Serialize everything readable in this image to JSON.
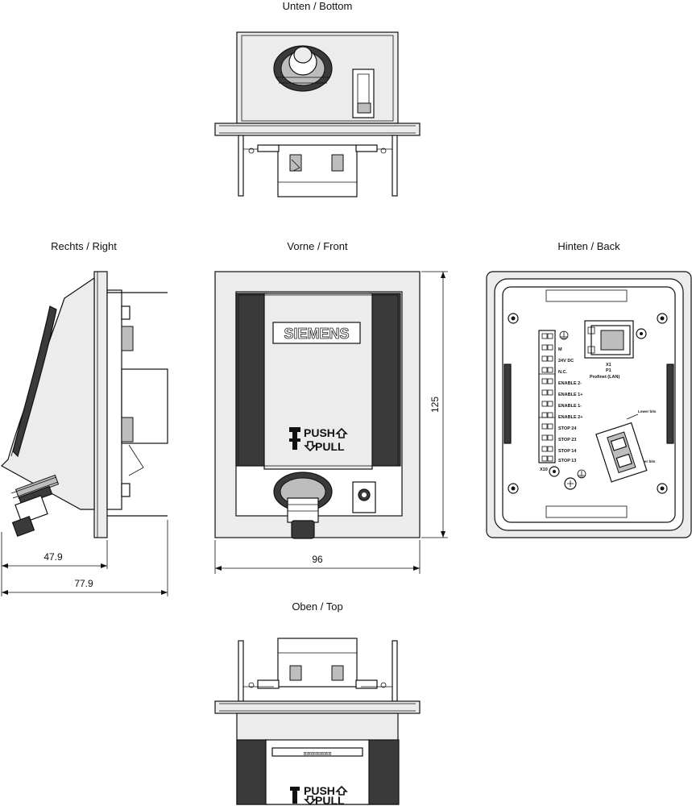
{
  "views": {
    "bottom": "Unten / Bottom",
    "right": "Rechts / Right",
    "front": "Vorne / Front",
    "back": "Hinten / Back",
    "top": "Oben / Top"
  },
  "dimensions": {
    "height": "125",
    "width": "96",
    "depth_short": "47.9",
    "depth_total": "77.9"
  },
  "front": {
    "logo": "SIEMENS",
    "push": "PUSH",
    "pull": "PULL"
  },
  "back_labels": {
    "terminals": [
      "M",
      "24V DC",
      "N.C.",
      "ENABLE 2-",
      "ENABLE 1+",
      "ENABLE 1-",
      "ENABLE 2+",
      "STOP 24",
      "STOP 23",
      "STOP 14",
      "STOP 13"
    ],
    "x10": "X10",
    "x1": "X1",
    "p1": "P1",
    "profinet": "Profinet (LAN)",
    "lower": "Lower bits",
    "higher": "Higher bits"
  },
  "top_view": {
    "slot_text": "▯▯▯▯▯▯▯▯▯▯▯▯▯▯"
  },
  "icons": [
    "ground-icon",
    "up-arrow-icon",
    "down-arrow-icon",
    "push-symbol-icon"
  ]
}
